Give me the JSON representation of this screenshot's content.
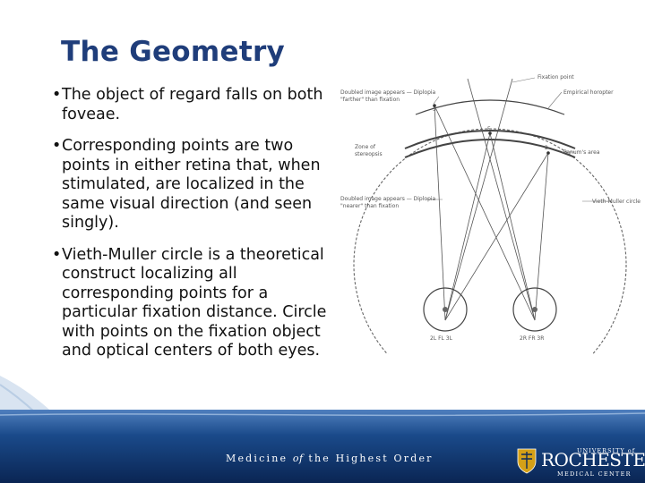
{
  "slide": {
    "title": "The Geometry",
    "bullets": [
      {
        "symbol": "•",
        "text": "The object of regard falls on both foveae."
      },
      {
        "symbol": "•",
        "text": "Corresponding points are two points in either retina that, when stimulated, are localized in the same visual direction (and seen singly)."
      },
      {
        "symbol": "•",
        "text": "Vieth-Muller circle is a theoretical construct localizing all corresponding points for a particular fixation distance. Circle with points on the fixation object and optical centers of both eyes."
      }
    ]
  },
  "figure": {
    "labels": {
      "fixation_point": "Fixation point",
      "doubled_farther": "Doubled image appears — Diplopia",
      "doubled_farther_2": "\"farther\" than fixation",
      "empirical_horopter": "Empirical horopter",
      "zone_stereopsis_1": "Zone of",
      "zone_stereopsis_2": "stereopsis",
      "panums_area": "Panum's area",
      "doubled_nearer": "Doubled image appears — Diplopia",
      "doubled_nearer_2": "\"nearer\" than fixation",
      "vieth_muller": "Vieth-Muller circle",
      "point_3": "3",
      "point_f": "F",
      "point_2": "2",
      "left_eye": "2L FL 3L",
      "right_eye": "2R FR 3R"
    }
  },
  "footer": {
    "tagline_pre": "Medicine",
    "tagline_of": "of",
    "tagline_post": "the Highest Order",
    "logo_university": "UNIVERSITY of",
    "logo_rochester": "ROCHESTER",
    "logo_medical": "MEDICAL CENTER"
  },
  "colors": {
    "title": "#1f3d7a",
    "footer_dark": "#0d2a5c",
    "footer_mid": "#1a4a8a",
    "swoosh": "#b9cde4"
  }
}
